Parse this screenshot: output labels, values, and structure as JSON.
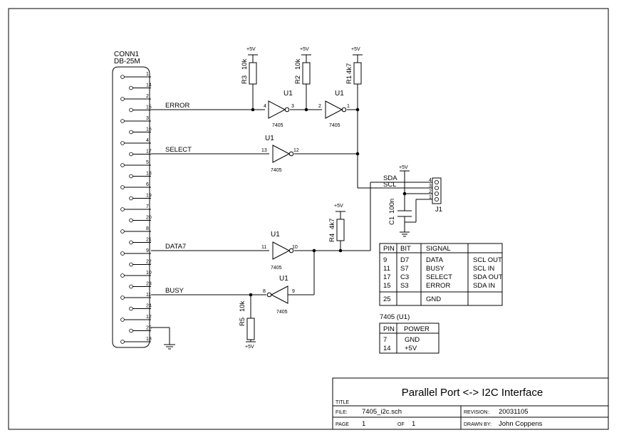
{
  "connector": {
    "ref": "CONN1",
    "type": "DB-25M",
    "pins": [
      "1",
      "14",
      "2",
      "15",
      "3",
      "16",
      "4",
      "17",
      "5",
      "18",
      "6",
      "19",
      "7",
      "20",
      "8",
      "21",
      "9",
      "22",
      "10",
      "23",
      "11",
      "24",
      "12",
      "25",
      "13"
    ]
  },
  "nets": {
    "error": "ERROR",
    "select": "SELECT",
    "data7": "DATA7",
    "busy": "BUSY",
    "sda": "SDA",
    "scl": "SCL"
  },
  "supply": "+5V",
  "resistors": {
    "r3": {
      "ref": "R3",
      "value": "10k"
    },
    "r2": {
      "ref": "R2",
      "value": "10k"
    },
    "r1": {
      "ref": "R1",
      "value": "4k7"
    },
    "r4": {
      "ref": "R4",
      "value": "4k7"
    },
    "r5": {
      "ref": "R5",
      "value": "10k"
    }
  },
  "capacitor": {
    "ref": "C1",
    "value": "100n"
  },
  "jumper": {
    "ref": "J1",
    "pins": [
      "4",
      "3",
      "2",
      "1"
    ]
  },
  "gates": {
    "g1": {
      "ref": "U1",
      "part": "7405",
      "in": "4",
      "out": "3"
    },
    "g2": {
      "ref": "U1",
      "part": "7405",
      "in": "2",
      "out": "1"
    },
    "g3": {
      "ref": "U1",
      "part": "7405",
      "in": "13",
      "out": "12"
    },
    "g4": {
      "ref": "U1",
      "part": "7405",
      "in": "11",
      "out": "10"
    },
    "g5": {
      "ref": "U1",
      "part": "7405",
      "in": "8",
      "out": "9"
    }
  },
  "signal_table": {
    "headers": [
      "PIN",
      "BIT",
      "SIGNAL",
      ""
    ],
    "rows": [
      [
        "9",
        "D7",
        "DATA",
        "SCL OUT"
      ],
      [
        "11",
        "S7",
        "BUSY",
        "SCL IN"
      ],
      [
        "17",
        "C3",
        "SELECT",
        "SDA OUT"
      ],
      [
        "15",
        "S3",
        "ERROR",
        "SDA IN"
      ]
    ],
    "gnd_row": [
      "25",
      "",
      "GND",
      ""
    ]
  },
  "power_table": {
    "title": "7405 (U1)",
    "headers": [
      "PIN",
      "POWER"
    ],
    "rows": [
      [
        "7",
        "GND"
      ],
      [
        "14",
        "+5V"
      ]
    ]
  },
  "title_block": {
    "title_label": "TITLE",
    "title": "Parallel Port <-> I2C Interface",
    "file_label": "FILE:",
    "file": "7405_i2c.sch",
    "revision_label": "REVISION:",
    "revision": "20031105",
    "page_label": "PAGE",
    "page": "1",
    "of_label": "OF",
    "of": "1",
    "drawn_label": "DRAWN BY:",
    "drawn": "John Coppens"
  }
}
